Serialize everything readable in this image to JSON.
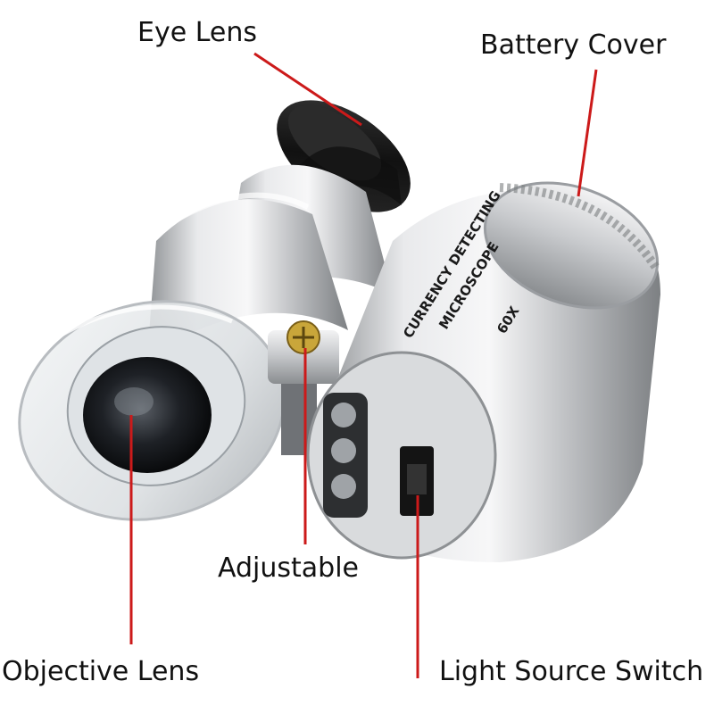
{
  "callouts": {
    "eye_lens": "Eye Lens",
    "battery_cover": "Battery Cover",
    "adjustable": "Adjustable",
    "objective_lens": "Objective Lens",
    "light_source_switch": "Light Source Switch"
  },
  "device_text": {
    "line1": "CURRENCY DETECTING",
    "line2": "MICROSCOPE",
    "line3": "60X"
  },
  "colors": {
    "leader_line": "#cc1a1a",
    "background": "#ffffff",
    "body_silver": "#c9cbce",
    "eyepiece_black": "#1a1a1a"
  }
}
